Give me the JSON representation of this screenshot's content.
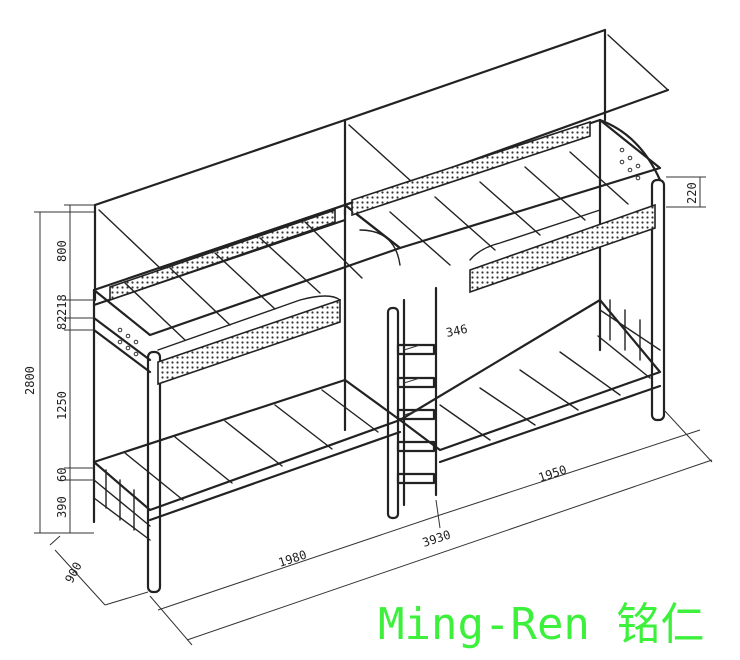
{
  "dimensions": {
    "overall_height": "2800",
    "canopy_height": "800",
    "rail_a": "82",
    "rail_b": "218",
    "tier_gap": "1250",
    "bed_thickness": "60",
    "floor_clearance": "390",
    "headboard_rise": "220",
    "ladder_depth": "346",
    "left_length": "1980",
    "right_length": "1950",
    "total_length": "3930",
    "depth": "900"
  },
  "brand": {
    "text": "Ming-Ren 铭仁",
    "color": "#3cf03c"
  }
}
